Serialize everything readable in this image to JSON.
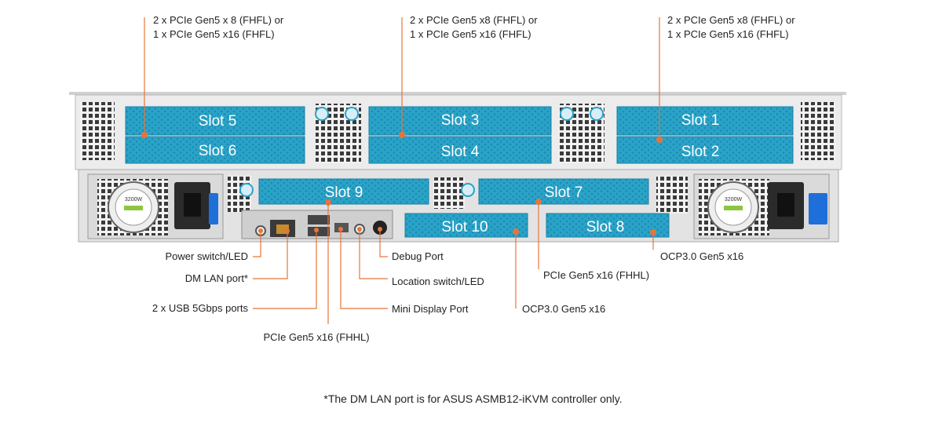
{
  "slots": {
    "slot1": "Slot 1",
    "slot2": "Slot 2",
    "slot3": "Slot 3",
    "slot4": "Slot 4",
    "slot5": "Slot 5",
    "slot6": "Slot 6",
    "slot7": "Slot 7",
    "slot8": "Slot 8",
    "slot9": "Slot 9",
    "slot10": "Slot 10"
  },
  "callouts": {
    "top_left": [
      "2 x PCIe Gen5 x 8 (FHFL) or",
      "1 x PCIe Gen5 x16 (FHFL)"
    ],
    "top_center": [
      "2 x PCIe Gen5 x8 (FHFL) or",
      "1 x PCIe Gen5 x16 (FHFL)"
    ],
    "top_right": [
      "2 x PCIe Gen5 x8 (FHFL) or",
      "1 x PCIe Gen5 x16 (FHFL)"
    ],
    "power_switch": "Power switch/LED",
    "dm_lan": "DM LAN port*",
    "usb": "2 x USB 5Gbps ports",
    "pcie_slot9": "PCIe Gen5 x16 (FHHL)",
    "debug_port": "Debug Port",
    "location_switch": "Location switch/LED",
    "mini_dp": "Mini Display Port",
    "ocp_slot10": "OCP3.0 Gen5 x16",
    "pcie_slot7": "PCIe Gen5 x16 (FHHL)",
    "ocp_slot8": "OCP3.0 Gen5 x16"
  },
  "psu": {
    "label": "3200W"
  },
  "footnote": "*The DM LAN port is for ASUS ASMB12-iKVM controller only.",
  "colors": {
    "slot_blue": "#2aa3c8",
    "leader_orange": "#e8743b",
    "chassis_gray": "#e9e9e9",
    "psu_blue": "#1e6fd9"
  }
}
